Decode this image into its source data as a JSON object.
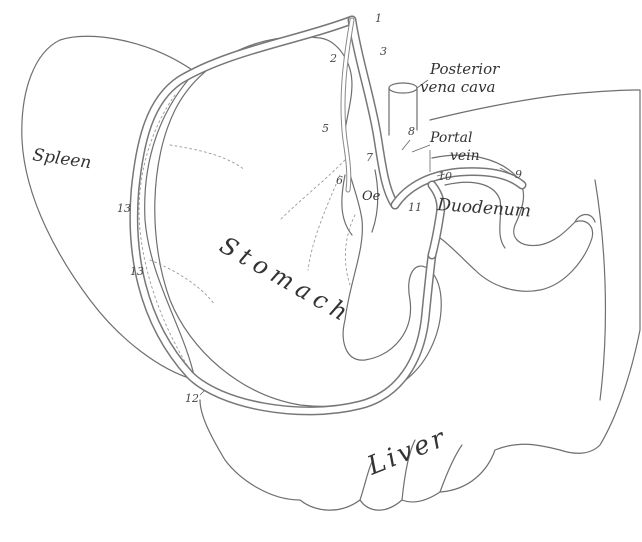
{
  "labels": {
    "posterior_vena_cava_line1": "Posterior",
    "posterior_vena_cava_line2": "vena cava",
    "portal_vein_line1": "Portal",
    "portal_vein_line2": "vein",
    "spleen": "Spleen",
    "stomach": "Stomach",
    "duodenum": "Duodenum",
    "liver": "Liver",
    "oesophagus": "Oe"
  },
  "numbers": {
    "n1": "1",
    "n2": "2",
    "n3": "3",
    "n5": "5",
    "n6": "6",
    "n7": "7",
    "n8": "8",
    "n9": "9",
    "n10": "10",
    "n11": "11",
    "n12": "12",
    "n13a": "13",
    "n13b": "13"
  },
  "colors": {
    "line": "#6f6f6f",
    "text": "#333333",
    "background": "#ffffff"
  }
}
